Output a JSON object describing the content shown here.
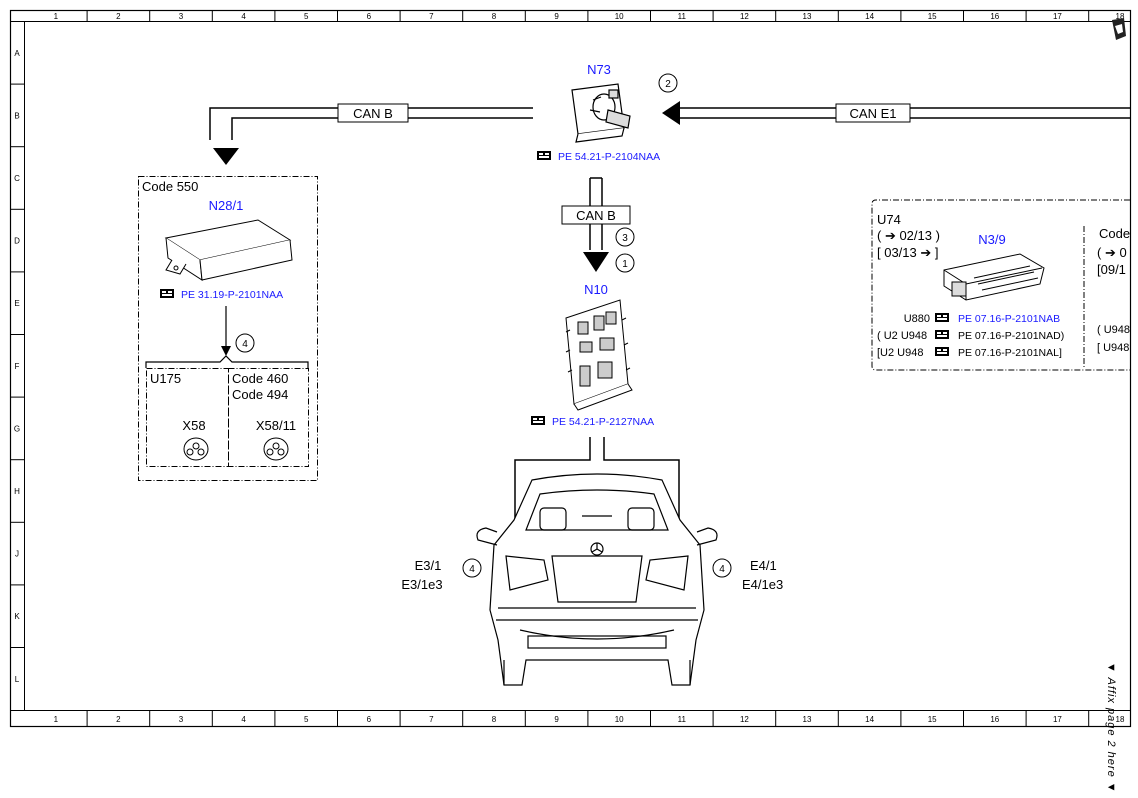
{
  "ruler": {
    "columns": [
      "1",
      "2",
      "3",
      "4",
      "5",
      "6",
      "7",
      "8",
      "9",
      "10",
      "11",
      "12",
      "13",
      "14",
      "15",
      "16",
      "17",
      "18"
    ],
    "rows": [
      "A",
      "B",
      "C",
      "D",
      "E",
      "F",
      "G",
      "H",
      "J",
      "K",
      "L"
    ]
  },
  "bus": {
    "can_b": "CAN B",
    "can_e1": "CAN E1"
  },
  "markers": {
    "m1": "1",
    "m2": "2",
    "m3": "3",
    "m4": "4"
  },
  "ref_icon": "manual-hand-icon",
  "n73": {
    "label": "N73",
    "ref": "PE 54.21-P-2104NAA"
  },
  "n10": {
    "label": "N10",
    "ref": "PE 54.21-P-2127NAA"
  },
  "n28": {
    "code": "Code 550",
    "label": "N28/1",
    "ref": "PE 31.19-P-2101NAA"
  },
  "u175": {
    "label": "U175",
    "connector": "X58"
  },
  "code460": {
    "code1": "Code 460",
    "code2": "Code 494",
    "connector": "X58/11"
  },
  "n3": {
    "u74": "U74",
    "date1": "( ➔ 02/13 )",
    "date2": "[ 03/13 ➔ ]",
    "label": "N3/9",
    "rows": [
      {
        "code": "U880",
        "ref": "PE 07.16-P-2101NAB"
      },
      {
        "code": "( U2  U948",
        "ref": "PE 07.16-P-2101NAD)"
      },
      {
        "code": "[U2  U948",
        "ref": "PE 07.16-P-2101NAL]"
      }
    ],
    "right_code": "Code",
    "right_date1": "( ➔ 0",
    "right_date2": "[09/1",
    "right_u948a": "( U948",
    "right_u948b": "[ U948"
  },
  "lamps": {
    "e3_1": "E3/1",
    "e3_1e3": "E3/1e3",
    "e4_1": "E4/1",
    "e4_1e3": "E4/1e3"
  },
  "affix": "▼ Affix page 2 here ▼"
}
